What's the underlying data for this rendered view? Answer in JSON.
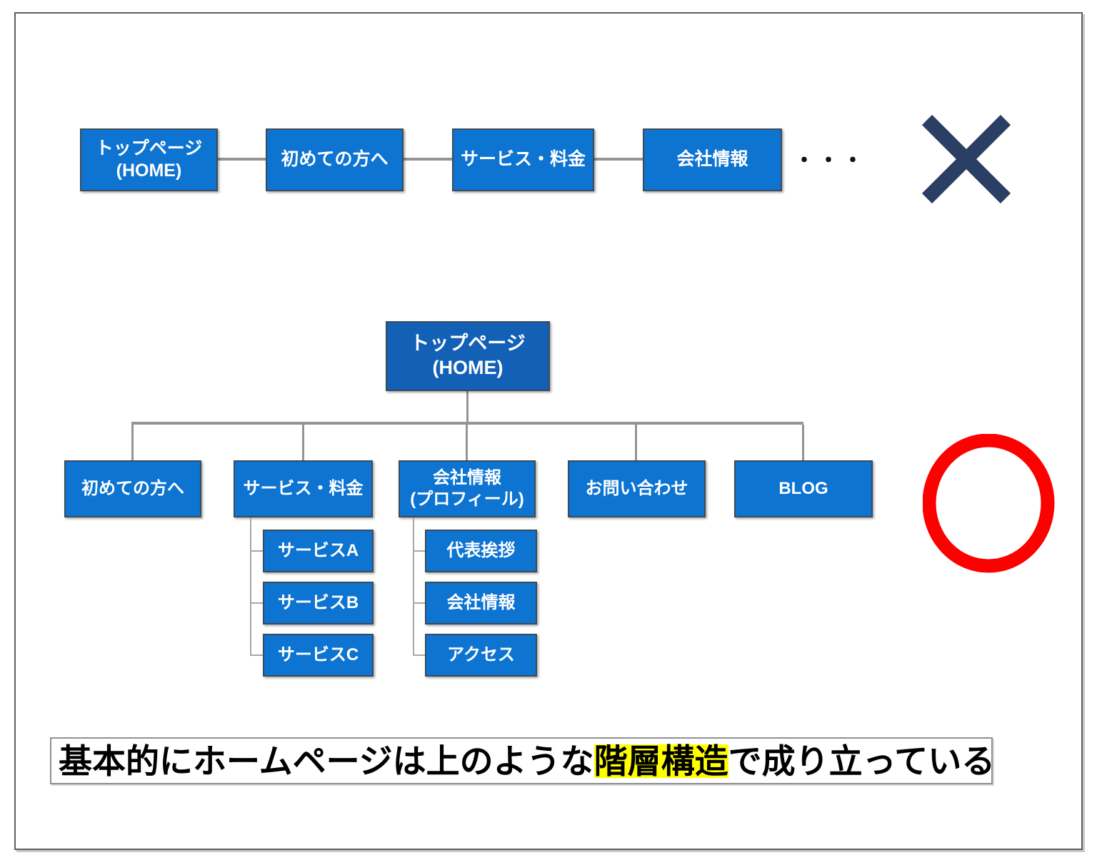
{
  "colors": {
    "node_blue": "#0d74d1",
    "root_blue": "#1261b6",
    "bad_mark_navy": "#2b3e63",
    "good_mark_red": "#fb0100",
    "highlight_yellow": "#ffff00",
    "connector_gray": "#949494"
  },
  "flat_row": {
    "nodes": [
      {
        "label": "トップページ\n(HOME)"
      },
      {
        "label": "初めての方へ"
      },
      {
        "label": "サービス・料金"
      },
      {
        "label": "会社情報"
      }
    ],
    "ellipsis": "・・・"
  },
  "tree": {
    "root": {
      "label": "トップページ\n(HOME)"
    },
    "level1": [
      {
        "label": "初めての方へ"
      },
      {
        "label": "サービス・料金"
      },
      {
        "label": "会社情報\n(プロフィール)"
      },
      {
        "label": "お問い合わせ"
      },
      {
        "label": "BLOG"
      }
    ],
    "services_children": [
      {
        "label": "サービスA"
      },
      {
        "label": "サービスB"
      },
      {
        "label": "サービスC"
      }
    ],
    "company_children": [
      {
        "label": "代表挨拶"
      },
      {
        "label": "会社情報"
      },
      {
        "label": "アクセス"
      }
    ]
  },
  "caption": {
    "pre": "基本的にホームページは上のような",
    "highlight": "階層構造",
    "post": "で成り立っている"
  }
}
